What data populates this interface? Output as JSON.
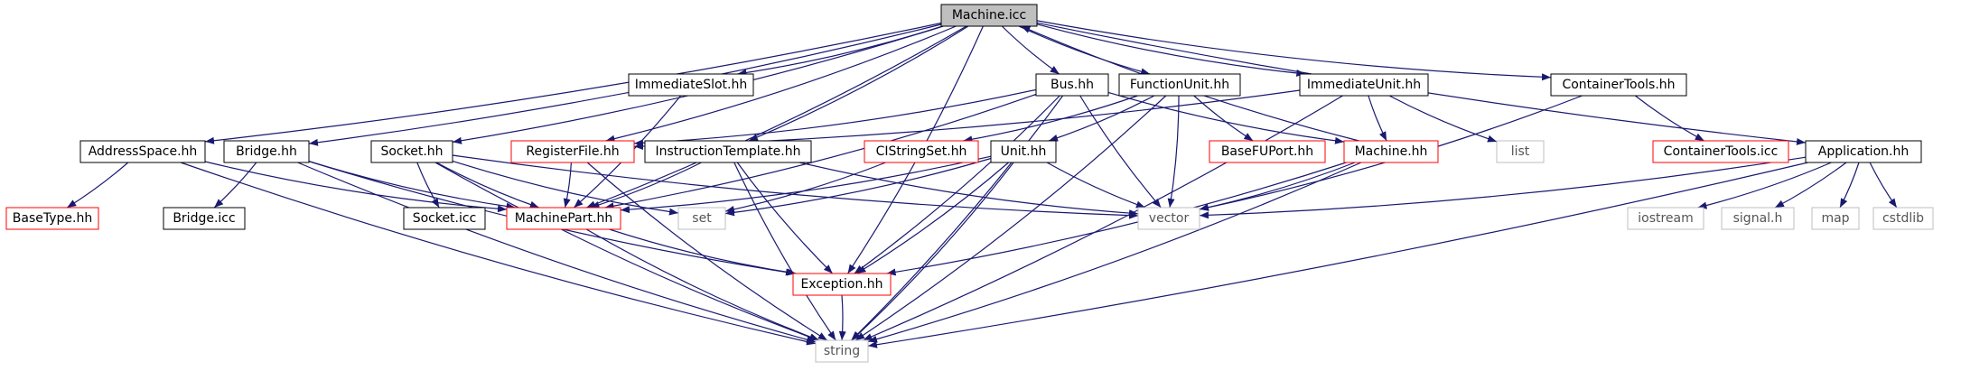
{
  "diagram": {
    "type": "include-dependency-graph",
    "colors": {
      "edge": "#191970",
      "root_fill": "#bfbfbf",
      "border_default": "#000000",
      "border_red": "#ff0000",
      "border_gray": "#bfbfbf",
      "text_default": "#000000",
      "text_gray": "#555555"
    },
    "nodes": [
      {
        "id": "machine_icc",
        "label": "Machine.icc",
        "style": "root"
      },
      {
        "id": "immediateslot_hh",
        "label": "ImmediateSlot.hh",
        "style": "black"
      },
      {
        "id": "bus_hh",
        "label": "Bus.hh",
        "style": "black"
      },
      {
        "id": "functionunit_hh",
        "label": "FunctionUnit.hh",
        "style": "black"
      },
      {
        "id": "immediateunit_hh",
        "label": "ImmediateUnit.hh",
        "style": "black"
      },
      {
        "id": "containertools_hh",
        "label": "ContainerTools.hh",
        "style": "black"
      },
      {
        "id": "addressspace_hh",
        "label": "AddressSpace.hh",
        "style": "black"
      },
      {
        "id": "bridge_hh",
        "label": "Bridge.hh",
        "style": "black"
      },
      {
        "id": "socket_hh",
        "label": "Socket.hh",
        "style": "black"
      },
      {
        "id": "registerfile_hh",
        "label": "RegisterFile.hh",
        "style": "red"
      },
      {
        "id": "instructiontemplate_hh",
        "label": "InstructionTemplate.hh",
        "style": "black"
      },
      {
        "id": "cistringset_hh",
        "label": "CIStringSet.hh",
        "style": "red"
      },
      {
        "id": "unit_hh",
        "label": "Unit.hh",
        "style": "black"
      },
      {
        "id": "basefuport_hh",
        "label": "BaseFUPort.hh",
        "style": "red"
      },
      {
        "id": "machine_hh",
        "label": "Machine.hh",
        "style": "red"
      },
      {
        "id": "list",
        "label": "list",
        "style": "gray"
      },
      {
        "id": "containertools_icc",
        "label": "ContainerTools.icc",
        "style": "red"
      },
      {
        "id": "application_hh",
        "label": "Application.hh",
        "style": "black"
      },
      {
        "id": "basetype_hh",
        "label": "BaseType.hh",
        "style": "red"
      },
      {
        "id": "bridge_icc",
        "label": "Bridge.icc",
        "style": "black"
      },
      {
        "id": "socket_icc",
        "label": "Socket.icc",
        "style": "black"
      },
      {
        "id": "machinepart_hh",
        "label": "MachinePart.hh",
        "style": "red"
      },
      {
        "id": "set",
        "label": "set",
        "style": "gray"
      },
      {
        "id": "vector",
        "label": "vector",
        "style": "gray"
      },
      {
        "id": "iostream",
        "label": "iostream",
        "style": "gray"
      },
      {
        "id": "signal_h",
        "label": "signal.h",
        "style": "gray"
      },
      {
        "id": "map",
        "label": "map",
        "style": "gray"
      },
      {
        "id": "cstdlib",
        "label": "cstdlib",
        "style": "gray"
      },
      {
        "id": "exception_hh",
        "label": "Exception.hh",
        "style": "red"
      },
      {
        "id": "string",
        "label": "string",
        "style": "gray"
      }
    ],
    "edges": [
      [
        "machine_icc",
        "immediateslot_hh"
      ],
      [
        "machine_icc",
        "bus_hh"
      ],
      [
        "machine_icc",
        "functionunit_hh"
      ],
      [
        "machine_icc",
        "immediateunit_hh"
      ],
      [
        "machine_icc",
        "containertools_hh"
      ],
      [
        "machine_icc",
        "application_hh"
      ],
      [
        "machine_icc",
        "addressspace_hh"
      ],
      [
        "machine_icc",
        "bridge_hh"
      ],
      [
        "machine_icc",
        "socket_hh"
      ],
      [
        "machine_icc",
        "registerfile_hh"
      ],
      [
        "machine_icc",
        "instructiontemplate_hh"
      ],
      [
        "machine_icc",
        "machinepart_hh"
      ],
      [
        "machine_icc",
        "exception_hh"
      ],
      [
        "immediateslot_hh",
        "machinepart_hh"
      ],
      [
        "bus_hh",
        "machine_hh"
      ],
      [
        "bus_hh",
        "machinepart_hh"
      ],
      [
        "bus_hh",
        "vector"
      ],
      [
        "bus_hh",
        "string"
      ],
      [
        "bus_hh",
        "exception_hh"
      ],
      [
        "bus_hh",
        "registerfile_hh"
      ],
      [
        "functionunit_hh",
        "basefuport_hh"
      ],
      [
        "functionunit_hh",
        "unit_hh"
      ],
      [
        "functionunit_hh",
        "cistringset_hh"
      ],
      [
        "functionunit_hh",
        "vector"
      ],
      [
        "functionunit_hh",
        "string"
      ],
      [
        "immediateunit_hh",
        "machine_hh"
      ],
      [
        "immediateunit_hh",
        "list"
      ],
      [
        "immediateunit_hh",
        "string"
      ],
      [
        "immediateunit_hh",
        "registerfile_hh"
      ],
      [
        "containertools_hh",
        "containertools_icc"
      ],
      [
        "containertools_hh",
        "vector"
      ],
      [
        "addressspace_hh",
        "basetype_hh"
      ],
      [
        "addressspace_hh",
        "machinepart_hh"
      ],
      [
        "addressspace_hh",
        "string"
      ],
      [
        "bridge_hh",
        "bridge_icc"
      ],
      [
        "bridge_hh",
        "machinepart_hh"
      ],
      [
        "bridge_hh",
        "exception_hh"
      ],
      [
        "bridge_hh",
        "string"
      ],
      [
        "socket_hh",
        "socket_icc"
      ],
      [
        "socket_hh",
        "machinepart_hh"
      ],
      [
        "socket_hh",
        "set"
      ],
      [
        "socket_hh",
        "vector"
      ],
      [
        "socket_hh",
        "string"
      ],
      [
        "registerfile_hh",
        "machinepart_hh"
      ],
      [
        "registerfile_hh",
        "string"
      ],
      [
        "instructiontemplate_hh",
        "machinepart_hh"
      ],
      [
        "instructiontemplate_hh",
        "exception_hh"
      ],
      [
        "instructiontemplate_hh",
        "vector"
      ],
      [
        "instructiontemplate_hh",
        "string"
      ],
      [
        "cistringset_hh",
        "set"
      ],
      [
        "unit_hh",
        "machinepart_hh"
      ],
      [
        "unit_hh",
        "exception_hh"
      ],
      [
        "unit_hh",
        "set"
      ],
      [
        "unit_hh",
        "vector"
      ],
      [
        "unit_hh",
        "string"
      ],
      [
        "machine_hh",
        "machine_icc"
      ],
      [
        "machine_hh",
        "vector"
      ],
      [
        "machine_hh",
        "exception_hh"
      ],
      [
        "machine_hh",
        "string"
      ],
      [
        "application_hh",
        "vector"
      ],
      [
        "application_hh",
        "iostream"
      ],
      [
        "application_hh",
        "signal_h"
      ],
      [
        "application_hh",
        "map"
      ],
      [
        "application_hh",
        "cstdlib"
      ],
      [
        "application_hh",
        "string"
      ],
      [
        "machinepart_hh",
        "exception_hh"
      ],
      [
        "machinepart_hh",
        "string"
      ],
      [
        "exception_hh",
        "string"
      ]
    ]
  }
}
